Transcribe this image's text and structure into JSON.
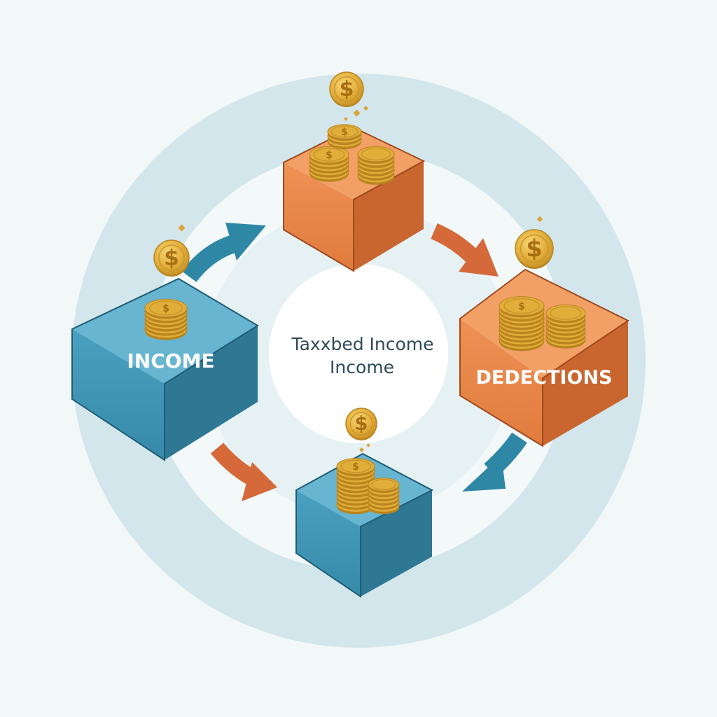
{
  "diagram": {
    "center_line1": "Taxxbed Income",
    "center_line2": "Income",
    "box_income_label": "INCOME",
    "box_deductions_label": "DEDECTIONS"
  },
  "colors": {
    "background": "#f2f7f8",
    "ring_outer": "#d3e6eb",
    "ring_inner": "#f3f8f9",
    "center_disc": "#ffffff",
    "blue_front": "#3f93b3",
    "blue_side": "#2f7894",
    "blue_top": "#67b5d1",
    "orange_front": "#e88648",
    "orange_side": "#c9652f",
    "orange_top": "#f3a067",
    "coin": "#e2ae3a",
    "coin_edge": "#b9851f",
    "arrow_blue": "#2f87a6",
    "arrow_orange": "#d5693a",
    "text_dark": "#2f4a58"
  },
  "icons": [
    "dollar-coin-icon",
    "coin-stack-icon",
    "curved-arrow-icon"
  ]
}
